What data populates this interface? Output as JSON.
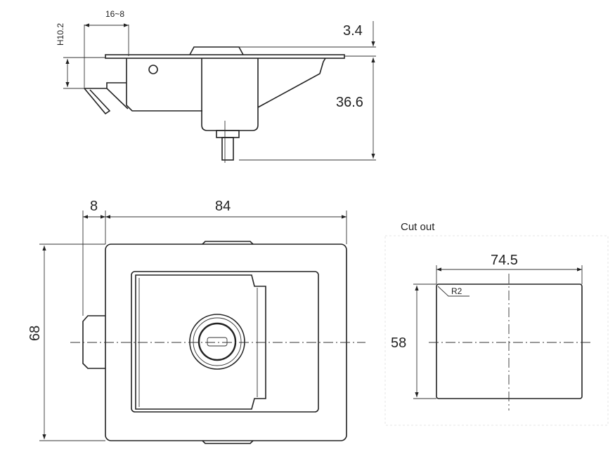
{
  "side_view": {
    "dim_latch_range": "16~8",
    "dim_height": "H10.2",
    "dim_top": "3.4",
    "dim_depth": "36.6"
  },
  "front_view": {
    "dim_bolt": "8",
    "dim_width": "84",
    "dim_height": "68"
  },
  "cutout": {
    "title": "Cut out",
    "dim_width": "74.5",
    "dim_height": "58",
    "radius": "R2"
  }
}
